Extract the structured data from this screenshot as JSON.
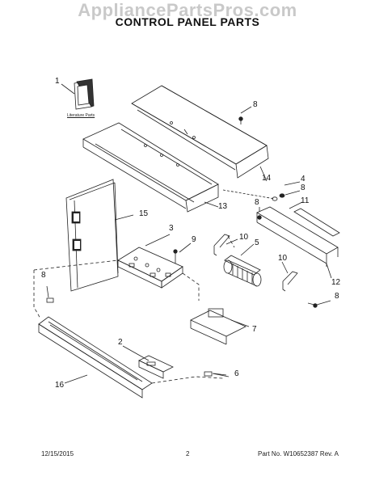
{
  "watermark": "AppliancePartsPros.com",
  "title": "CONTROL PANEL PARTS",
  "literature_label": "Literature Parts",
  "callouts": {
    "c1": "1",
    "c8a": "8",
    "c14": "14",
    "c4": "4",
    "c8b": "8",
    "c11": "11",
    "c8c": "8",
    "c13": "13",
    "c15": "15",
    "c3": "3",
    "c9": "9",
    "c10a": "10",
    "c5": "5",
    "c10b": "10",
    "c12": "12",
    "c8d": "8",
    "c8e": "8",
    "c7": "7",
    "c2": "2",
    "c6": "6",
    "c16": "16"
  },
  "footer": {
    "date": "12/15/2015",
    "page": "2",
    "part_no": "Part No. W10652387  Rev. A"
  }
}
